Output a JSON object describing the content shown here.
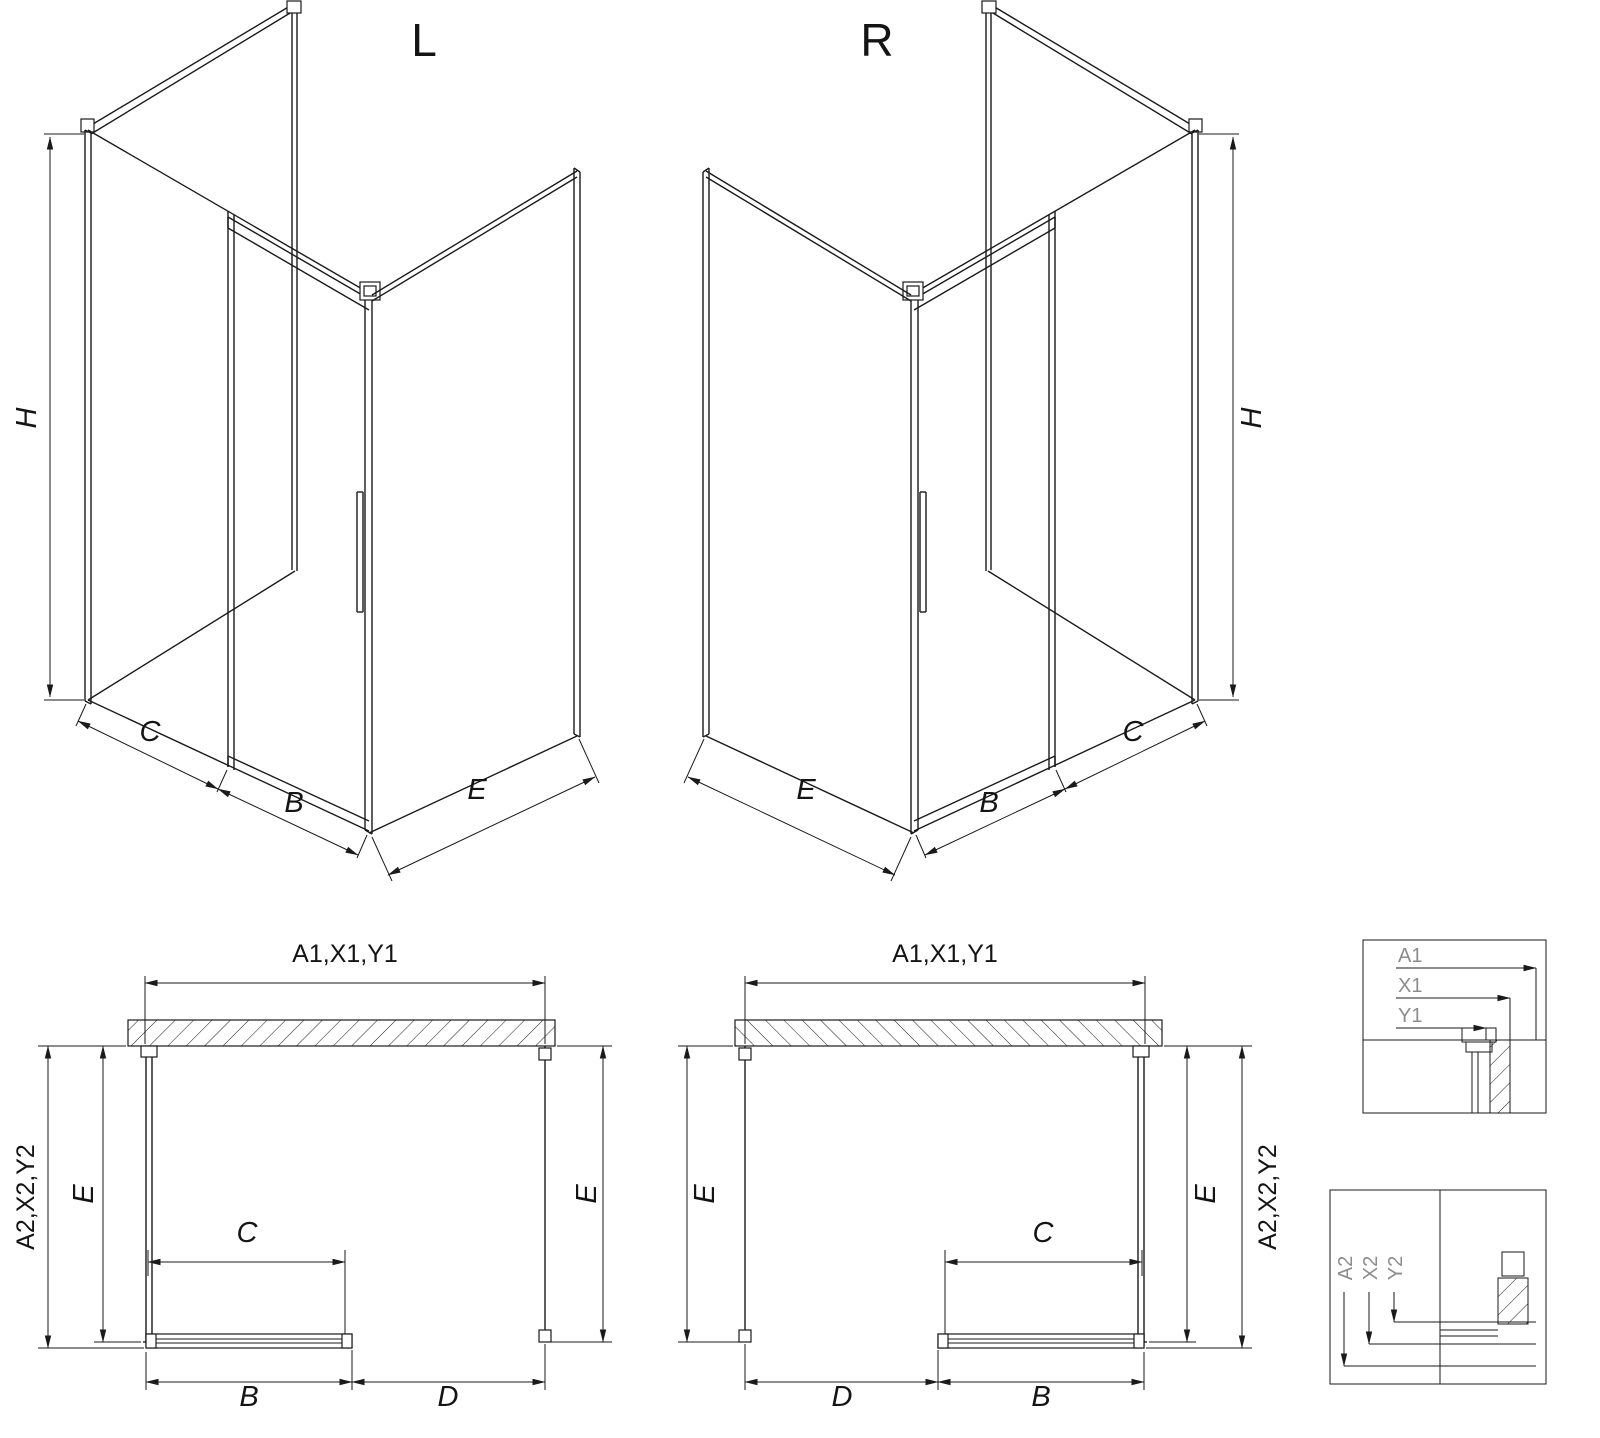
{
  "colors": {
    "line": "#1a1a1a",
    "detail_label": "#8c8c8c",
    "background": "#ffffff"
  },
  "iso_left": {
    "title": "L",
    "dim_height": "H",
    "dim_fixed_segment": "C",
    "dim_door": "B",
    "dim_side_panel": "E"
  },
  "iso_right": {
    "title": "R",
    "dim_height": "H",
    "dim_fixed_segment": "C",
    "dim_door": "B",
    "dim_side_panel": "E"
  },
  "plan_left": {
    "dim_total_width": "A1,X1,Y1",
    "dim_total_depth": "A2,X2,Y2",
    "dim_depth_left": "E",
    "dim_depth_right": "E",
    "dim_clear_opening": "C",
    "dim_door_width": "B",
    "dim_fixed_width": "D"
  },
  "plan_right": {
    "dim_total_width": "A1,X1,Y1",
    "dim_total_depth": "A2,X2,Y2",
    "dim_depth_left": "E",
    "dim_depth_right": "E",
    "dim_clear_opening": "C",
    "dim_door_width": "B",
    "dim_fixed_width": "D"
  },
  "detail_width": {
    "labels": [
      "A1",
      "X1",
      "Y1"
    ]
  },
  "detail_depth": {
    "labels": [
      "A2",
      "X2",
      "Y2"
    ]
  }
}
